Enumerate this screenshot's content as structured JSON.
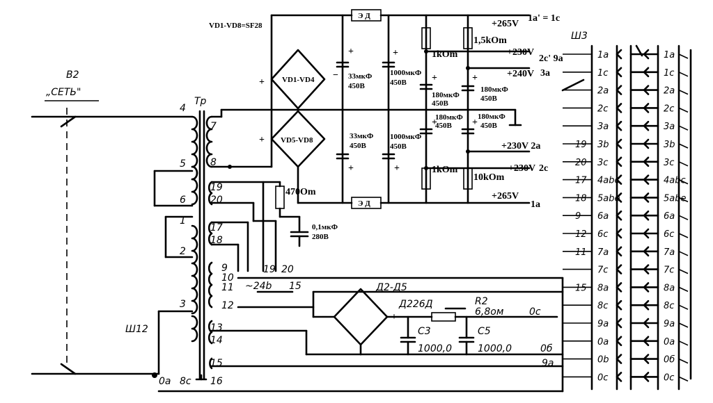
{
  "switch": {
    "name": "В2",
    "caption": "„СЕТЬ\""
  },
  "transformer": {
    "name": "Тр",
    "pins": [
      "4",
      "5",
      "6",
      "1",
      "2",
      "3",
      "7",
      "8",
      "19",
      "20",
      "17",
      "18",
      "9",
      "10",
      "11",
      "12",
      "13",
      "14",
      "15",
      "8с",
      "16"
    ],
    "ac_label": "~24b",
    "tap19": "19",
    "tap20": "20",
    "tap15": "15"
  },
  "bridge_note": "VD1-VD8=SF28",
  "bridges": [
    {
      "label": "VD1-VD4"
    },
    {
      "label": "VD5-VD8"
    }
  ],
  "ed_label": "Э Д",
  "caps": {
    "c33": [
      "33мкФ",
      "450В"
    ],
    "c1000": [
      "1000мкФ",
      "450В"
    ],
    "c180": [
      "180мкФ",
      "450В"
    ]
  },
  "resistors": {
    "r1k": "1kOm",
    "r15k": "1,5kOm",
    "r10k": "10kOm",
    "r470": "470Om"
  },
  "snubber_cap": [
    "0,1мкФ",
    "280В"
  ],
  "outputs": {
    "v265_top": "+265V",
    "pin_1a1c": "1a' = 1c",
    "v230_2c9a": "+230V",
    "pin_2c9a": "2c' 9a",
    "v240": "+240V",
    "pin_3a": "3a",
    "v230_2a": "+230V 2a",
    "v230_2c": "+230V",
    "pin_2c": "2c",
    "v265_bot": "+265V",
    "pin_1a": "1a"
  },
  "plus": "+",
  "minus": "−",
  "lv": {
    "diodes": "Д2-Д5",
    "diode_type": "Д226Д",
    "r2": [
      "R2",
      "6,8ом"
    ],
    "c3": [
      "С3",
      "1000,0"
    ],
    "c5": [
      "С5",
      "1000,0"
    ],
    "oc": "0с",
    "ob": "0б",
    "a9": "9а",
    "oa": "0а",
    "sh12": "Ш12",
    "p15": "15"
  },
  "connector": {
    "name": "Ш3",
    "rows": [
      {
        "num": "",
        "pin": "1а"
      },
      {
        "num": "",
        "pin": "1с"
      },
      {
        "num": "",
        "pin": "2а"
      },
      {
        "num": "",
        "pin": "2с"
      },
      {
        "num": "",
        "pin": "3а"
      },
      {
        "num": "19",
        "pin": "3b"
      },
      {
        "num": "20",
        "pin": "3с"
      },
      {
        "num": "17",
        "pin": "4аbс"
      },
      {
        "num": "18",
        "pin": "5аbе"
      },
      {
        "num": "9",
        "pin": "6а"
      },
      {
        "num": "12",
        "pin": "6с"
      },
      {
        "num": "11",
        "pin": "7а"
      },
      {
        "num": "",
        "pin": "7с"
      },
      {
        "num": "15",
        "pin": "8а"
      },
      {
        "num": "",
        "pin": "8с"
      },
      {
        "num": "",
        "pin": "9а"
      },
      {
        "num": "",
        "pin": "0а"
      },
      {
        "num": "",
        "pin": "0b"
      },
      {
        "num": "",
        "pin": "0с"
      }
    ],
    "right_pins": [
      "1а",
      "1с",
      "2а",
      "2с",
      "3а",
      "3b",
      "3с",
      "4аbс",
      "5аbе",
      "6а",
      "6с",
      "7а",
      "7с",
      "8а",
      "8с",
      "9а",
      "0а",
      "0б",
      "0с"
    ]
  }
}
